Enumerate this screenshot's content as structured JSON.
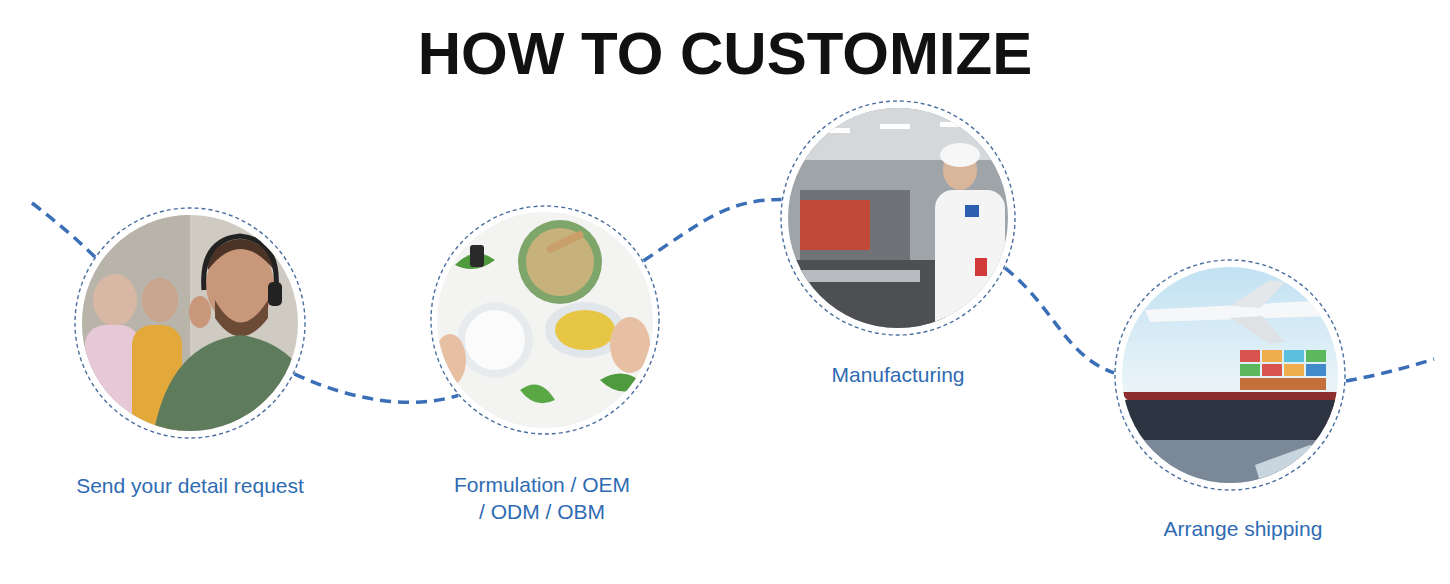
{
  "diagram": {
    "title": "HOW TO CUSTOMIZE",
    "nodes": [
      {
        "text": [
          "Send your detail request"
        ]
      },
      {
        "text": [
          "Formulation / OEM / ODM / OBM"
        ]
      },
      {
        "text": [
          "Manufacturing"
        ]
      },
      {
        "text": [
          "Arrange shipping"
        ]
      }
    ],
    "edges": [
      {
        "from": 0,
        "to": 1,
        "arrow": "none"
      },
      {
        "from": 1,
        "to": 2,
        "arrow": "none"
      },
      {
        "from": 2,
        "to": 3,
        "arrow": "none"
      }
    ]
  }
}
